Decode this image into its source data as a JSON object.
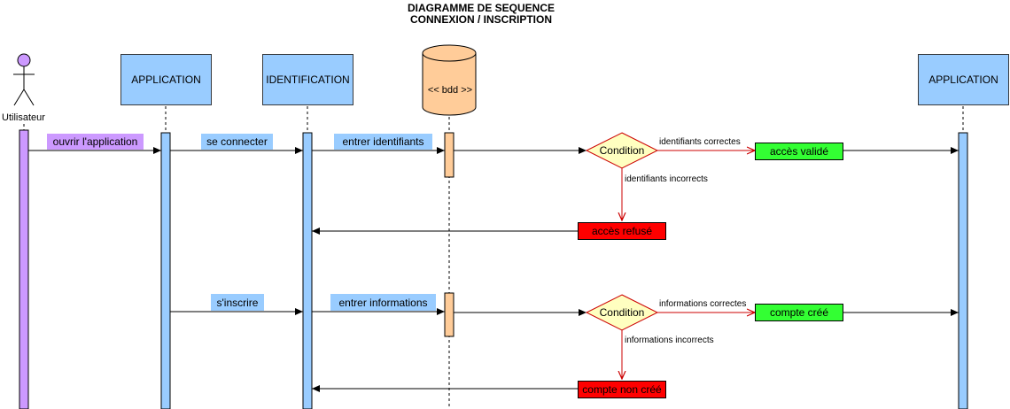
{
  "title": {
    "line1": "DIAGRAMME DE SEQUENCE",
    "line2": "CONNEXION / INSCRIPTION"
  },
  "participants": {
    "actor": "Utilisateur",
    "app_left": "APPLICATION",
    "identification": "IDENTIFICATION",
    "bdd": "<< bdd >>",
    "app_right": "APPLICATION"
  },
  "messages": {
    "open_app": "ouvrir l'application",
    "login": "se connecter",
    "enter_credentials": "entrer identifiants",
    "signup": "s'inscrire",
    "enter_info": "entrer informations"
  },
  "login_flow": {
    "condition": "Condition",
    "correct_label": "identifiants correctes",
    "incorrect_label": "identifiants incorrects",
    "success": "accès validé",
    "failure": "accès refusé"
  },
  "signup_flow": {
    "condition": "Condition",
    "correct_label": "informations correctes",
    "incorrect_label": "informations incorrects",
    "success": "compte créé",
    "failure": "compte non créé"
  },
  "colors": {
    "lane": "#99ccff",
    "actor": "#cc99ff",
    "database": "#ffcc99",
    "condition": "#ffffc0",
    "success": "#33ff33",
    "failure": "#ff0000"
  }
}
